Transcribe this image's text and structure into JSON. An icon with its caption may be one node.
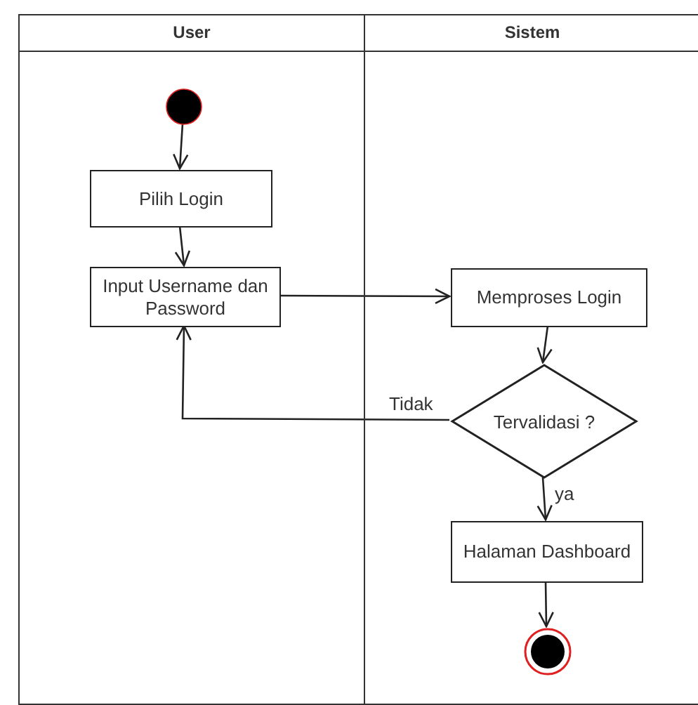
{
  "diagram": {
    "nodes": [
      {
        "text": [
          "User"
        ]
      },
      {
        "text": [
          "Sistem"
        ]
      },
      {
        "text": [],
        "shape": "circle",
        "in": 0
      },
      {
        "text": [
          "Pilih Login"
        ],
        "in": 0
      },
      {
        "text": [
          "Input Username dan Password"
        ],
        "in": 0
      },
      {
        "text": [
          "Memproses Login"
        ],
        "in": 1
      },
      {
        "text": [
          "Tervalidasi ?"
        ],
        "in": 1
      },
      {
        "text": [
          "Halaman Dashboard"
        ],
        "in": 1
      },
      {
        "text": [],
        "shape": "circle",
        "in": 1
      }
    ],
    "edges": [
      {
        "from": 2,
        "to": 3,
        "arrow": "to"
      },
      {
        "from": 3,
        "to": 4,
        "arrow": "to"
      },
      {
        "from": 4,
        "to": 5,
        "arrow": "to"
      },
      {
        "from": 5,
        "to": 6,
        "arrow": "to"
      },
      {
        "from": 6,
        "to": 4,
        "arrow": "to",
        "label": "Tidak"
      },
      {
        "from": 6,
        "to": 7,
        "arrow": "to",
        "label": "ya"
      },
      {
        "from": 7,
        "to": 8,
        "arrow": "to"
      }
    ]
  }
}
